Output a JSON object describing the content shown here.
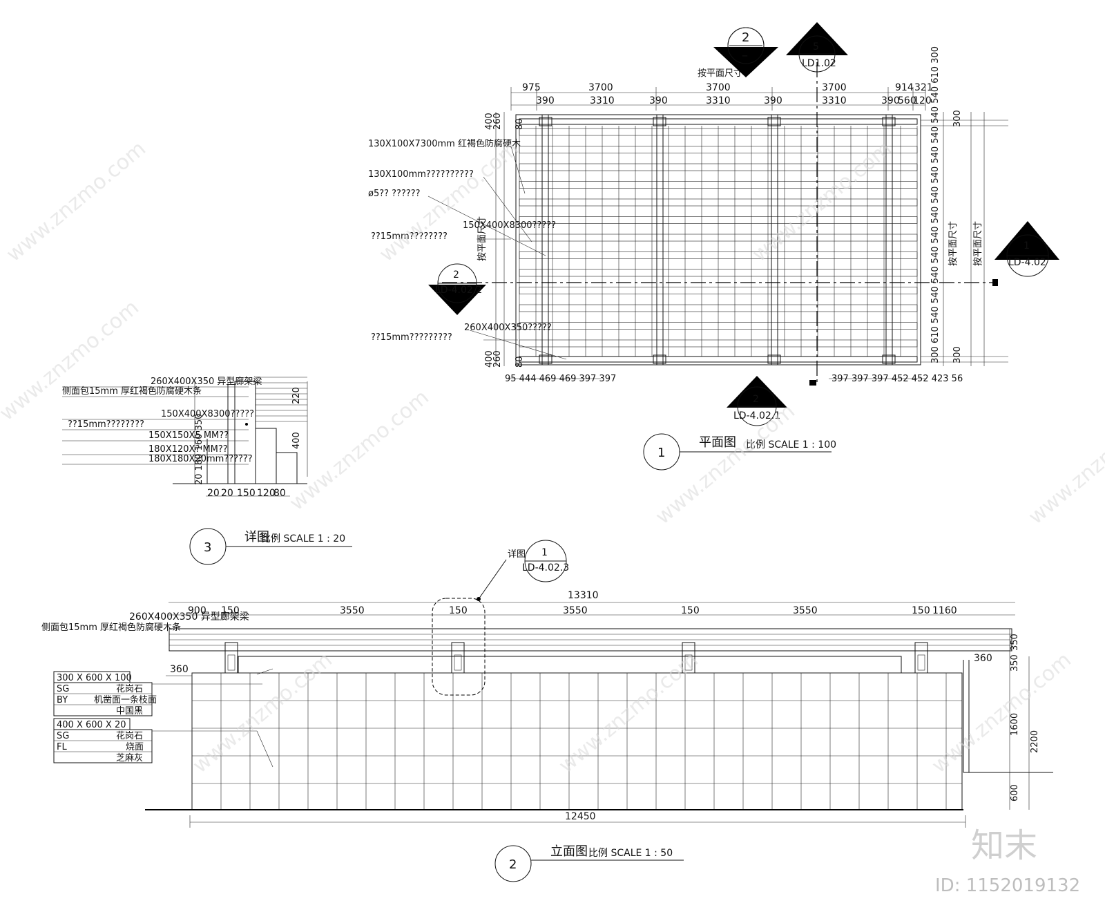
{
  "plan": {
    "title": "平面图",
    "scale": "比例 SCALE 1 : 100",
    "number": "1",
    "top_note": "按平面尺寸",
    "top_dims_row1": [
      "975",
      "3700",
      "3700",
      "3700",
      "914",
      "321"
    ],
    "top_dims_row2": [
      "390",
      "3310",
      "390",
      "3310",
      "390",
      "3310",
      "390",
      "560",
      "120"
    ],
    "left_dims_top": [
      "400",
      "260",
      "80"
    ],
    "left_dims_bottom": [
      "400",
      "260",
      "80"
    ],
    "left_side_note": "按平面尺寸",
    "right_dims": "300 610 540 540 540 540 540 540 540 540 540 540 540 540 610 300",
    "right_note_1": "按平面尺寸",
    "right_note_2": "按平面尺寸",
    "right_end_dims": [
      "300",
      "300"
    ],
    "bottom_dims_left": "95 444 469 469 397 397",
    "bottom_dims_right": "397 397 397 452 452 423 56",
    "labels": [
      "130X100X7300mm 红褐色防腐硬木",
      "130X100mm??????????",
      "ø5?? ??????",
      "150X400X8300?????",
      "??15mm????????",
      "260X400X350?????",
      "??15mm?????????"
    ],
    "callout_top_a": {
      "num": "2",
      "ref": "–"
    },
    "callout_top_b": {
      "num": "5",
      "ref": "LD1.02"
    },
    "callout_left": {
      "num": "2",
      "ref": "LD-4.02.2"
    },
    "callout_right": {
      "num": "1",
      "ref": "LD-4.02"
    },
    "callout_bottom": {
      "num": "2",
      "ref": "LD-4.02.1"
    }
  },
  "detail": {
    "title": "详图",
    "scale": "比例 SCALE 1 : 20",
    "number": "3",
    "labels": [
      "260X400X350 异型廊架梁",
      "侧面包15mm 厚红褐色防腐硬木条",
      "150X400X8300?????",
      "??15mm????????",
      "150X150X5 MM??",
      "180X120X? MM??",
      "180X180X20mm??????"
    ],
    "dims_bottom": [
      "20",
      "20",
      "150",
      "120",
      "80"
    ],
    "dims_left": "20 180 160 350",
    "dims_right": [
      "220",
      "400"
    ]
  },
  "elevation": {
    "title": "立面图",
    "scale": "比例 SCALE 1 : 50",
    "number": "2",
    "callout": {
      "label": "详图",
      "num": "1",
      "ref": "LD-4.02.3"
    },
    "total_top": "13310",
    "top_dims": [
      "900",
      "150",
      "3550",
      "150",
      "3550",
      "150",
      "3550",
      "150",
      "1160"
    ],
    "beam_label": "260X400X350 异型廊架梁",
    "side_label": "侧面包15mm 厚红褐色防腐硬木条",
    "left_dim": "360",
    "right_dims": [
      "350",
      "350",
      "360",
      "1600",
      "2200",
      "600"
    ],
    "bottom_dim": "12450",
    "mat1": {
      "size": "300 X 600 X 100",
      "rows": [
        [
          "SG",
          "花岗石"
        ],
        [
          "BY",
          "机凿面一条枝面"
        ],
        [
          "",
          "中国黑"
        ]
      ]
    },
    "mat2": {
      "size": "400 X 600 X 20",
      "rows": [
        [
          "SG",
          "花岗石"
        ],
        [
          "FL",
          "烧面"
        ],
        [
          "",
          "芝麻灰"
        ]
      ]
    }
  },
  "watermark": {
    "site": "www.znzmo.com",
    "brand": "知末",
    "id": "ID: 1152019132"
  }
}
